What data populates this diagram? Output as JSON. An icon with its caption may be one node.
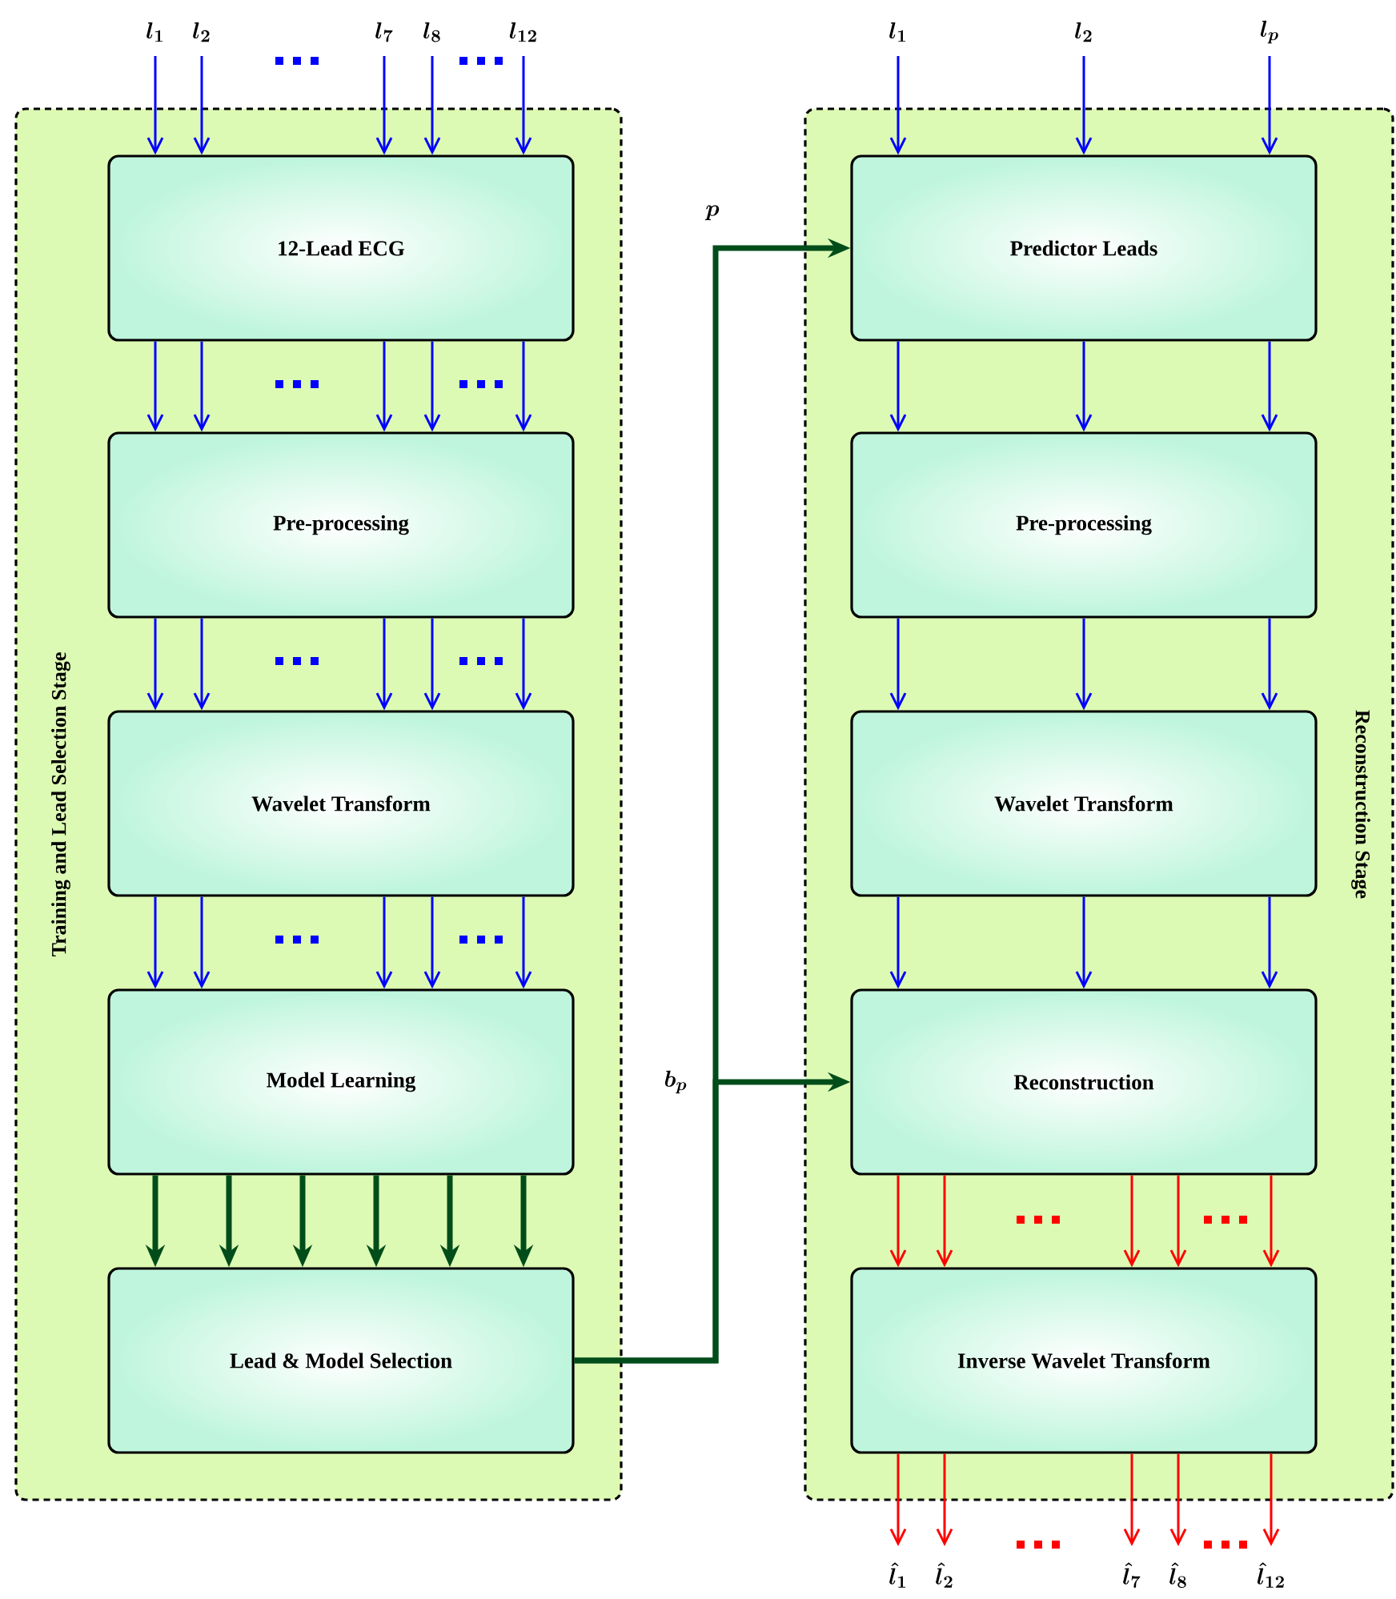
{
  "diagram": {
    "nodes": [
      {
        "text": [
          "Training and Lead Selection Stage"
        ]
      },
      {
        "text": [
          "12-Lead ECG"
        ],
        "in": 0
      },
      {
        "text": [
          "Pre-processing"
        ],
        "in": 0
      },
      {
        "text": [
          "Wavelet Transform"
        ],
        "in": 0
      },
      {
        "text": [
          "Model Learning"
        ],
        "in": 0
      },
      {
        "text": [
          "Lead & Model Selection"
        ],
        "in": 0
      },
      {
        "text": [
          "Reconstruction Stage"
        ]
      },
      {
        "text": [
          "Predictor Leads"
        ],
        "in": 6
      },
      {
        "text": [
          "Pre-processing"
        ],
        "in": 6
      },
      {
        "text": [
          "Wavelet Transform"
        ],
        "in": 6
      },
      {
        "text": [
          "Reconstruction"
        ],
        "in": 6
      },
      {
        "text": [
          "Inverse Wavelet Transform"
        ],
        "in": 6
      }
    ],
    "edges": [
      {
        "from": null,
        "to": 1,
        "arrow": "to",
        "label": "l_{1}"
      },
      {
        "from": null,
        "to": 1,
        "arrow": "to",
        "label": "l_{2}"
      },
      {
        "from": null,
        "to": 1,
        "arrow": "to",
        "label": "l_{7}"
      },
      {
        "from": null,
        "to": 1,
        "arrow": "to",
        "label": "l_{8}"
      },
      {
        "from": null,
        "to": 1,
        "arrow": "to",
        "label": "l_{12}"
      },
      {
        "from": 1,
        "to": 2,
        "arrow": "to"
      },
      {
        "from": 1,
        "to": 2,
        "arrow": "to"
      },
      {
        "from": 1,
        "to": 2,
        "arrow": "to"
      },
      {
        "from": 1,
        "to": 2,
        "arrow": "to"
      },
      {
        "from": 1,
        "to": 2,
        "arrow": "to"
      },
      {
        "from": 2,
        "to": 3,
        "arrow": "to"
      },
      {
        "from": 2,
        "to": 3,
        "arrow": "to"
      },
      {
        "from": 2,
        "to": 3,
        "arrow": "to"
      },
      {
        "from": 2,
        "to": 3,
        "arrow": "to"
      },
      {
        "from": 2,
        "to": 3,
        "arrow": "to"
      },
      {
        "from": 3,
        "to": 4,
        "arrow": "to"
      },
      {
        "from": 3,
        "to": 4,
        "arrow": "to"
      },
      {
        "from": 3,
        "to": 4,
        "arrow": "to"
      },
      {
        "from": 3,
        "to": 4,
        "arrow": "to"
      },
      {
        "from": 3,
        "to": 4,
        "arrow": "to"
      },
      {
        "from": 4,
        "to": 5,
        "arrow": "to",
        "style": "thick",
        "color": "#004d1a"
      },
      {
        "from": 4,
        "to": 5,
        "arrow": "to",
        "style": "thick",
        "color": "#004d1a"
      },
      {
        "from": 4,
        "to": 5,
        "arrow": "to",
        "style": "thick",
        "color": "#004d1a"
      },
      {
        "from": 4,
        "to": 5,
        "arrow": "to",
        "style": "thick",
        "color": "#004d1a"
      },
      {
        "from": 4,
        "to": 5,
        "arrow": "to",
        "style": "thick",
        "color": "#004d1a"
      },
      {
        "from": 4,
        "to": 5,
        "arrow": "to",
        "style": "thick",
        "color": "#004d1a"
      },
      {
        "from": 5,
        "to": 7,
        "arrow": "to",
        "label": "p",
        "style": "thick",
        "color": "#004d1a"
      },
      {
        "from": 5,
        "to": 10,
        "arrow": "to",
        "label": "b_p",
        "style": "thick",
        "color": "#004d1a"
      },
      {
        "from": null,
        "to": 7,
        "arrow": "to",
        "label": "l_{1}"
      },
      {
        "from": null,
        "to": 7,
        "arrow": "to",
        "label": "l_{2}"
      },
      {
        "from": null,
        "to": 7,
        "arrow": "to",
        "label": "l_{p}"
      },
      {
        "from": 7,
        "to": 8,
        "arrow": "to"
      },
      {
        "from": 7,
        "to": 8,
        "arrow": "to"
      },
      {
        "from": 7,
        "to": 8,
        "arrow": "to"
      },
      {
        "from": 8,
        "to": 9,
        "arrow": "to"
      },
      {
        "from": 8,
        "to": 9,
        "arrow": "to"
      },
      {
        "from": 8,
        "to": 9,
        "arrow": "to"
      },
      {
        "from": 9,
        "to": 10,
        "arrow": "to"
      },
      {
        "from": 9,
        "to": 10,
        "arrow": "to"
      },
      {
        "from": 9,
        "to": 10,
        "arrow": "to"
      },
      {
        "from": 10,
        "to": 11,
        "arrow": "to",
        "color": "#ff0000"
      },
      {
        "from": 10,
        "to": 11,
        "arrow": "to",
        "color": "#ff0000"
      },
      {
        "from": 10,
        "to": 11,
        "arrow": "to",
        "color": "#ff0000"
      },
      {
        "from": 10,
        "to": 11,
        "arrow": "to",
        "color": "#ff0000"
      },
      {
        "from": 10,
        "to": 11,
        "arrow": "to",
        "color": "#ff0000"
      },
      {
        "from": 11,
        "to": null,
        "arrow": "to",
        "label": "\\hat{l}_{1}",
        "color": "#ff0000"
      },
      {
        "from": 11,
        "to": null,
        "arrow": "to",
        "label": "\\hat{l}_{2}",
        "color": "#ff0000"
      },
      {
        "from": 11,
        "to": null,
        "arrow": "to",
        "label": "\\hat{l}_{7}",
        "color": "#ff0000"
      },
      {
        "from": 11,
        "to": null,
        "arrow": "to",
        "label": "\\hat{l}_{8}",
        "color": "#ff0000"
      },
      {
        "from": 11,
        "to": null,
        "arrow": "to",
        "label": "\\hat{l}_{12}",
        "color": "#ff0000"
      }
    ]
  }
}
